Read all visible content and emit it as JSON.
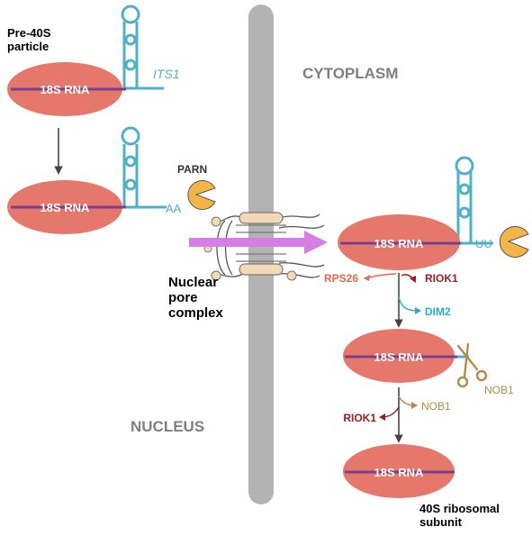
{
  "labels": {
    "pre40s": [
      "Pre-40S",
      "particle"
    ],
    "its1": "ITS1",
    "rna": "18S RNA",
    "parn": "PARN",
    "aa": "AA",
    "uu": "UU",
    "npc": [
      "Nuclear",
      "pore",
      "complex"
    ],
    "cytoplasm": "CYTOPLASM",
    "nucleus": "NUCLEUS",
    "rps26": "RPS26",
    "riok1": "RIOK1",
    "dim2": "DIM2",
    "nob1": "NOB1",
    "subunit": [
      "40S ribosomal",
      "subunit"
    ]
  },
  "colors": {
    "ribosome": "#e5786a",
    "rna_line": "#7a3f8c",
    "its1": "#4fb1c9",
    "membrane": "#b3b3b3",
    "arrow": "#444444",
    "pacman": "#f3b545",
    "npc_fill": "#f3d9b5",
    "npc_stroke": "#777777",
    "transport": "#d57fe4",
    "rps26": "#e8664d",
    "riok1": "#9b1d22",
    "dim2": "#2aa8d8",
    "nob1": "#b88948",
    "compartment": "#7f7f7f"
  }
}
